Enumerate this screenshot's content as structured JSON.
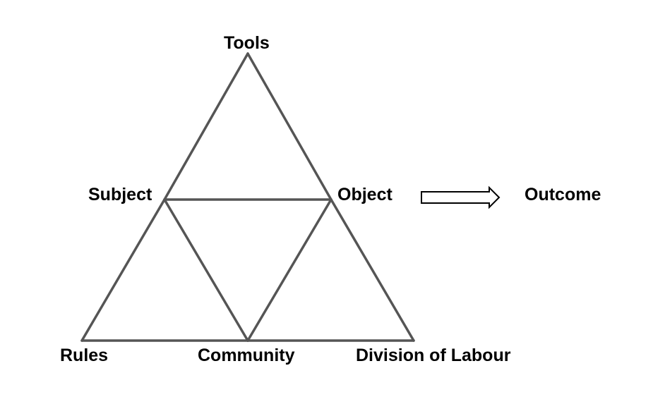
{
  "diagram": {
    "nodes": {
      "tools": "Tools",
      "subject": "Subject",
      "object": "Object",
      "outcome": "Outcome",
      "rules": "Rules",
      "community": "Community",
      "division_of_labour": "Division of Labour"
    },
    "edges": [
      {
        "from": "tools",
        "to": "subject"
      },
      {
        "from": "tools",
        "to": "object"
      },
      {
        "from": "subject",
        "to": "object"
      },
      {
        "from": "subject",
        "to": "rules"
      },
      {
        "from": "subject",
        "to": "community"
      },
      {
        "from": "object",
        "to": "community"
      },
      {
        "from": "object",
        "to": "division_of_labour"
      },
      {
        "from": "rules",
        "to": "community"
      },
      {
        "from": "community",
        "to": "division_of_labour"
      },
      {
        "from": "object",
        "to": "outcome",
        "style": "hollow-arrow"
      }
    ],
    "colors": {
      "lines": "#555555",
      "arrow_stroke": "#000000",
      "arrow_fill": "#ffffff",
      "text": "#000000"
    }
  }
}
